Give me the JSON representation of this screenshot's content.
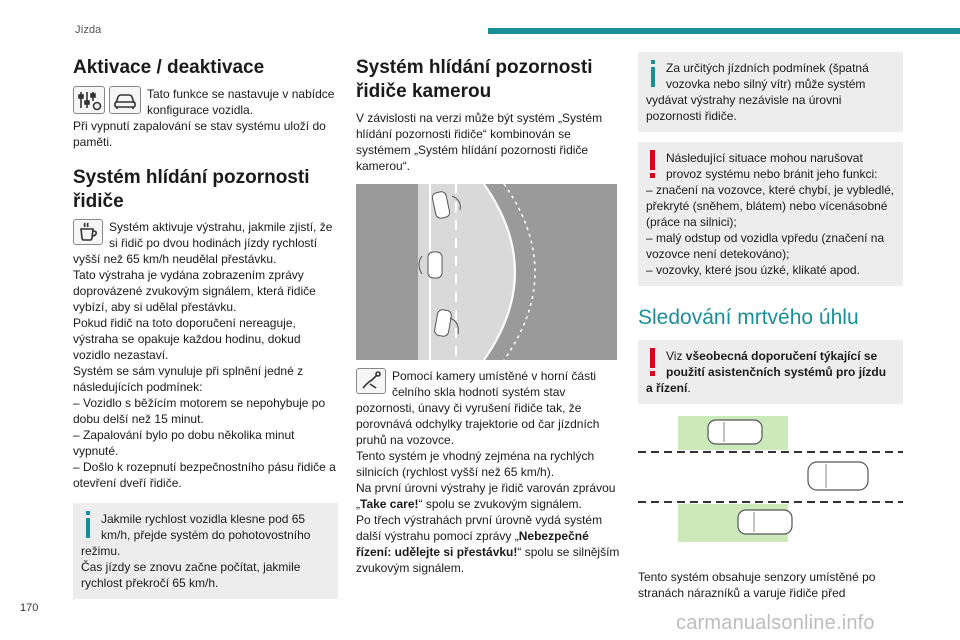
{
  "header": {
    "running_head": "Jízda",
    "page_number": "170",
    "accent": "#1b8f97"
  },
  "watermark": "carmanualsonline.info",
  "col1": {
    "title_activation": "Aktivace / deaktivace",
    "activation_text_a": "Tato funkce se nastavuje v nabídce konfigurace vozidla.",
    "activation_text_b": "Při vypnutí zapalování se stav systému uloží do paměti.",
    "title_attention": "Systém hlídání pozornosti řidiče",
    "attention_text": "Systém aktivuje výstrahu, jakmile zjistí, že si řidič po dvou hodinách jízdy rychlostí vyšší než 65 km/h neudělal přestávku.",
    "para2": "Tato výstraha je vydána zobrazením zprávy doprovázené zvukovým signálem, která řidiče vybízí, aby si udělal přestávku.",
    "para3": "Pokud řidič na toto doporučení nereaguje, výstraha se opakuje každou hodinu, dokud vozidlo nezastaví.",
    "para4": "Systém se sám vynuluje při splnění jedné z následujících podmínek:",
    "item1": "– Vozidlo s běžícím motorem se nepohybuje po dobu delší než 15 minut.",
    "item2": "– Zapalování bylo po dobu několika minut vypnuté.",
    "item3": "– Došlo k rozepnutí bezpečnostního pásu řidiče a otevření dveří řidiče.",
    "note_a": "Jakmile rychlost vozidla klesne pod 65 km/h, přejde systém do pohotovostního režimu.",
    "note_b": "Čas jízdy se znovu začne počítat, jakmile rychlost překročí 65 km/h."
  },
  "col2": {
    "title": "Systém hlídání pozornosti řidiče kamerou",
    "intro": "V závislosti na verzi může být systém „Systém hlídání pozornosti řidiče“ kombinován se systémem „Systém hlídání pozornosti řidiče kamerou“.",
    "camera_text": "Pomocí kamery umístěné v horní části čelního skla hodnotí systém stav pozornosti, únavy či vyrušení řidiče tak, že porovnává odchylky trajektorie od čar jízdních pruhů na vozovce.",
    "para2": "Tento systém je vhodný zejména na rychlých silnicích (rychlost vyšší než 65 km/h).",
    "para3_pre": "Na první úrovni výstrahy je řidič varován zprávou „",
    "para3_bold": "Take care!",
    "para3_post": "“ spolu se zvukovým signálem.",
    "para4_pre": "Po třech výstrahách první úrovně vydá systém další výstrahu pomocí zprávy „",
    "para4_bold": "Nebezpečné řízení: udělejte si přestávku!",
    "para4_post": "“ spolu se silnějším zvukovým signálem."
  },
  "col3": {
    "info_note": "Za určitých jízdních podmínek (špatná vozovka nebo silný vítr) může systém vydávat výstrahy nezávisle na úrovni pozornosti řidiče.",
    "warn_intro": "Následující situace mohou narušovat provoz systému nebo bránit jeho funkci:",
    "warn_item1": "– značení na vozovce, které chybí, je vybledlé, překryté (sněhem, blátem) nebo vícenásobné (práce na silnici);",
    "warn_item2": "– malý odstup od vozidla vpředu (značení na vozovce není detekováno);",
    "warn_item3": "– vozovky, které jsou úzké, klikaté apod.",
    "title_blindspot": "Sledování mrtvého úhlu",
    "ref_pre": "Viz ",
    "ref_bold": "všeobecná doporučení týkající se použití asistenčních systémů pro jízdu a řízení",
    "ref_post": ".",
    "bottom_text": "Tento systém obsahuje senzory umístěné po stranách nárazníků a varuje řidiče před"
  }
}
